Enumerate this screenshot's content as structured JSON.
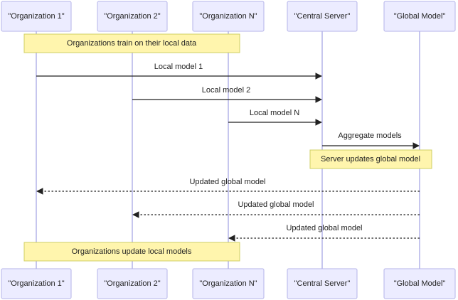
{
  "participants": [
    {
      "id": "org1",
      "label": "\"Organization 1\""
    },
    {
      "id": "org2",
      "label": "\"Organization 2\""
    },
    {
      "id": "orgN",
      "label": "\"Organization N\""
    },
    {
      "id": "server",
      "label": "\"Central Server\""
    },
    {
      "id": "global",
      "label": "\"Global Model\""
    }
  ],
  "notes": [
    {
      "text": "Organizations train on their local data",
      "over": [
        "org1",
        "orgN"
      ]
    },
    {
      "text": "Server updates global model",
      "over": [
        "server",
        "global"
      ]
    },
    {
      "text": "Organizations update local models",
      "over": [
        "org1",
        "orgN"
      ]
    }
  ],
  "messages": [
    {
      "from": "org1",
      "to": "server",
      "text": "Local model 1",
      "style": "solid"
    },
    {
      "from": "org2",
      "to": "server",
      "text": "Local model 2",
      "style": "solid"
    },
    {
      "from": "orgN",
      "to": "server",
      "text": "Local model N",
      "style": "solid"
    },
    {
      "from": "server",
      "to": "global",
      "text": "Aggregate models",
      "style": "solid"
    },
    {
      "from": "global",
      "to": "org1",
      "text": "Updated global model",
      "style": "dotted"
    },
    {
      "from": "global",
      "to": "org2",
      "text": "Updated global model",
      "style": "dotted"
    },
    {
      "from": "global",
      "to": "orgN",
      "text": "Updated global model",
      "style": "dotted"
    }
  ],
  "colors": {
    "actor_fill": "#ececff",
    "actor_stroke": "#b4b3e8",
    "note_fill": "#fff5ad",
    "note_stroke": "#cfcf63",
    "line": "#222222"
  }
}
